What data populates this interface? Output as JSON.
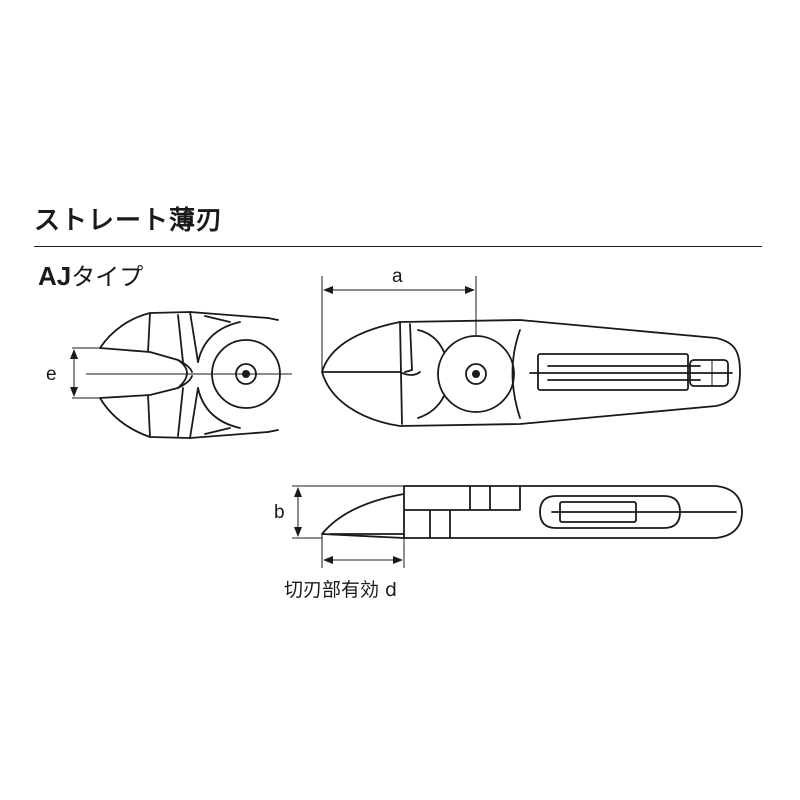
{
  "heading": "ストレート薄刃",
  "type_label": {
    "code": "AJ",
    "suffix": "タイプ"
  },
  "dimensions": {
    "a": "a",
    "b": "b",
    "e": "e"
  },
  "cutting_edge_caption": "切刃部有効 d"
}
